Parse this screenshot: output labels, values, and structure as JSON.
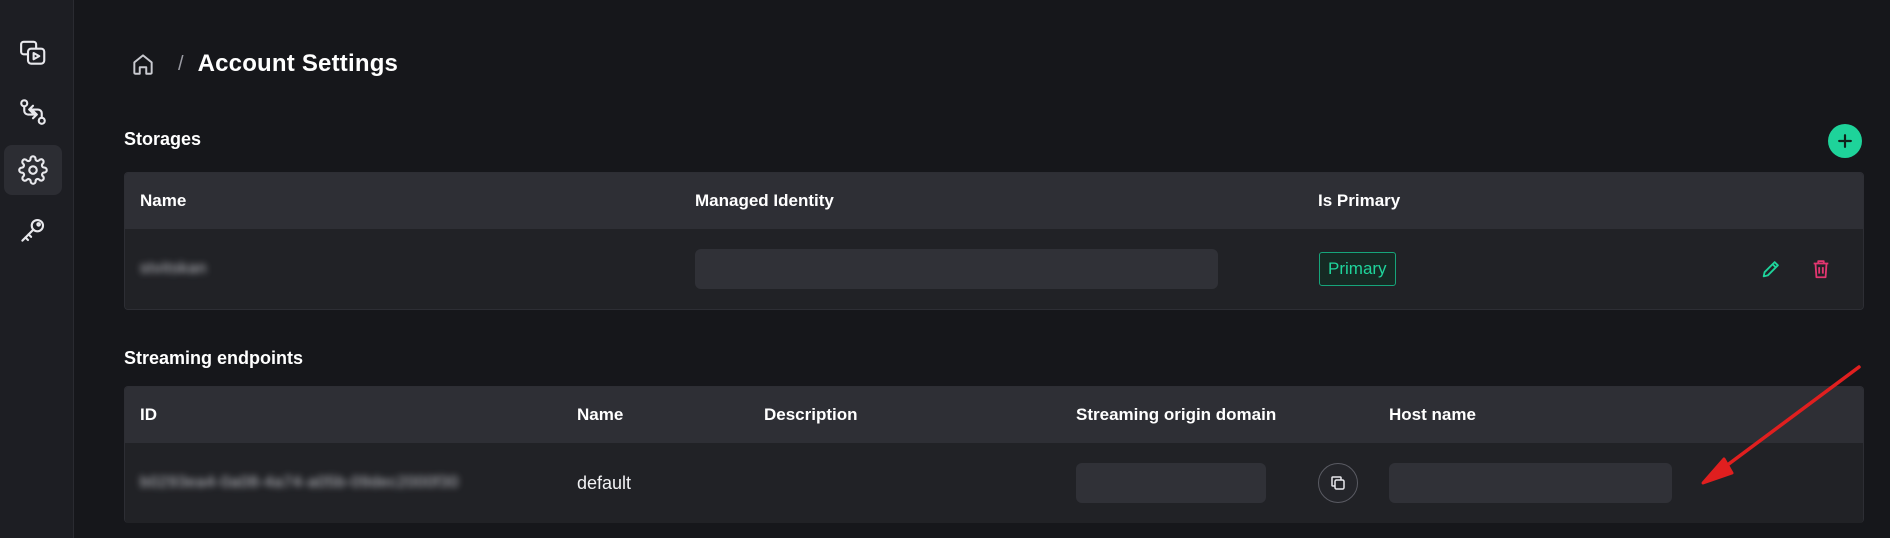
{
  "colors": {
    "accent": "#1ed39a",
    "danger": "#e33670",
    "annotation": "#e01f1f"
  },
  "sidebar": {
    "items": [
      {
        "name": "media-icon",
        "active": false
      },
      {
        "name": "transfer-icon",
        "active": false
      },
      {
        "name": "gear-icon",
        "active": true
      },
      {
        "name": "key-icon",
        "active": false
      }
    ]
  },
  "breadcrumb": {
    "separator": "/",
    "title": "Account Settings"
  },
  "storages": {
    "title": "Storages",
    "columns": [
      "Name",
      "Managed Identity",
      "Is Primary"
    ],
    "rows": [
      {
        "name": "stvitskan",
        "managed_identity": "",
        "primary_badge": "Primary"
      }
    ]
  },
  "streaming": {
    "title": "Streaming endpoints",
    "columns": [
      "ID",
      "Name",
      "Description",
      "Streaming origin domain",
      "Host name"
    ],
    "rows": [
      {
        "id": "b0293ea4-0a08-4a74-a05b-09dec2000f30",
        "name": "default",
        "description": "",
        "origin_domain": "",
        "host_name": ""
      }
    ]
  }
}
